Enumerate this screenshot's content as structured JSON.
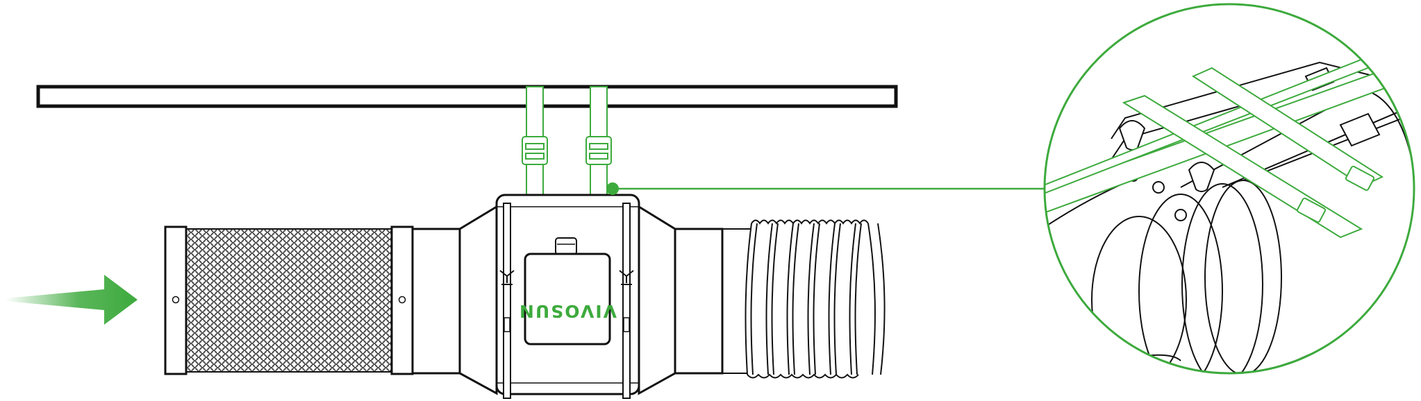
{
  "brand": {
    "logo_text": "VIVOSUN",
    "accent_color": "#3daa3d",
    "line_color": "#111111"
  },
  "diagram": {
    "description_icons": [
      "airflow-arrow-icon",
      "ceiling-beam",
      "hanging-strap",
      "carbon-filter",
      "inline-duct-fan",
      "flexible-duct",
      "callout-line",
      "zoom-detail"
    ],
    "airflow_direction": "left-to-right"
  }
}
